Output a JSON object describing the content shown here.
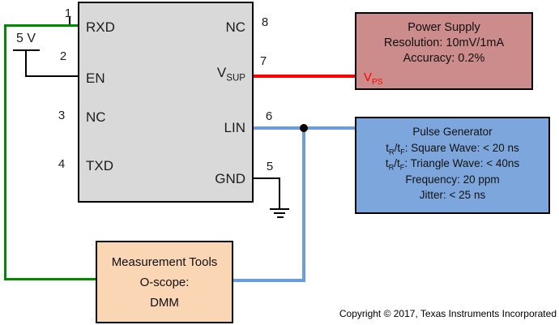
{
  "colors": {
    "wire-green": "#008C00",
    "wire-red": "#FF0000",
    "wire-blue": "#6C9CDB",
    "wire-black": "#000000",
    "ic-fill": "#D9D9D9",
    "box-rose": "#CC8C8C",
    "box-blue": "#7DA7DC",
    "box-peach": "#FAD6B4",
    "vps-red": "#FF0000"
  },
  "supply": {
    "label": "5 V"
  },
  "ic": {
    "left_pins": [
      {
        "num": "1",
        "label": "RXD"
      },
      {
        "num": "2",
        "label": "EN"
      },
      {
        "num": "3",
        "label": "NC"
      },
      {
        "num": "4",
        "label": "TXD"
      }
    ],
    "right_pins": [
      {
        "num": "8",
        "label": "NC"
      },
      {
        "num": "7",
        "label_base": "V",
        "label_sub": "SUP"
      },
      {
        "num": "6",
        "label": "LIN"
      },
      {
        "num": "5",
        "label": "GND"
      }
    ]
  },
  "power_supply": {
    "title": "Power Supply",
    "line1": "Resolution: 10mV/1mA",
    "line2": "Accuracy: 0.2%",
    "terminal_base": "V",
    "terminal_sub": "PS"
  },
  "pulse_generator": {
    "title": "Pulse Generator",
    "square": {
      "p1": "t",
      "s1": "R",
      "p2": "/t",
      "s2": "F",
      "p3": ": Square Wave: < 20 ns"
    },
    "triangle": {
      "p1": "t",
      "s1": "R",
      "p2": "/t",
      "s2": "F",
      "p3": ": Triangle Wave: < 40ns"
    },
    "line3": "Frequency: 20 ppm",
    "line4": "Jitter: < 25 ns"
  },
  "measurement": {
    "title": "Measurement Tools",
    "line1": "O-scope:",
    "line2": "DMM"
  },
  "footer": {
    "copyright": "Copyright © 2017, Texas Instruments Incorporated"
  }
}
